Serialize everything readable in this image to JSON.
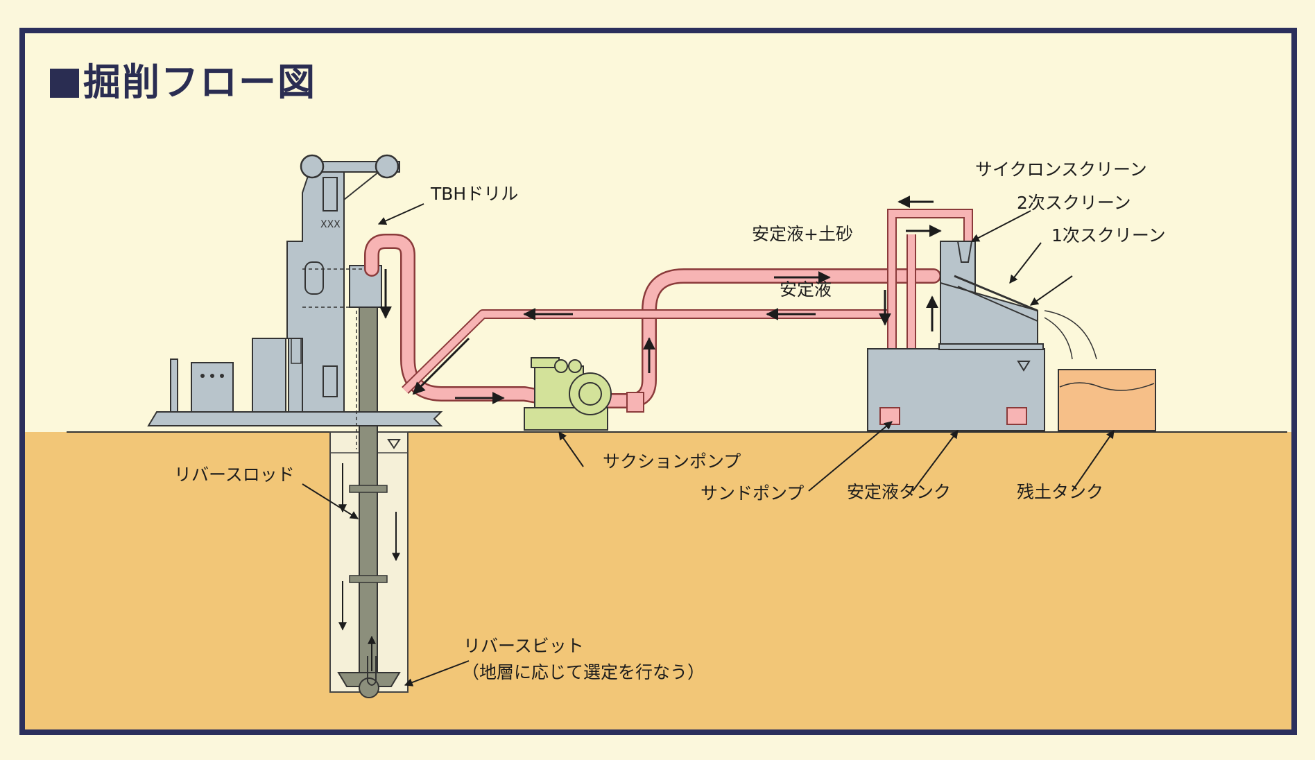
{
  "title": "掘削フロー図",
  "labels": {
    "tbh_drill": "TBHドリル",
    "reverse_rod": "リバースロッド",
    "reverse_bit_1": "リバースビット",
    "reverse_bit_2": "（地層に応じて選定を行なう）",
    "suction_pump": "サクションポンプ",
    "sand_pump": "サンドポンプ",
    "stable_fluid_tank": "安定液タンク",
    "residual_soil_tank": "残土タンク",
    "cyclone_screen": "サイクロンスクリーン",
    "secondary_screen": "2次スクリーン",
    "primary_screen": "1次スクリーン",
    "fluid_plus_soil": "安定液+土砂",
    "stable_fluid": "安定液",
    "drill_plate": "XXX"
  },
  "colors": {
    "frame": "#2b2f5c",
    "background": "#fcf8da",
    "ground": "#f2c677",
    "machine_gray": "#b8c4cb",
    "pipe_pink": "#f7b4b4",
    "pipe_outline": "#8a3a3a",
    "pump_green": "#d3e29a",
    "soil_tank": "#f6bf88",
    "title": "#2a2d52"
  }
}
